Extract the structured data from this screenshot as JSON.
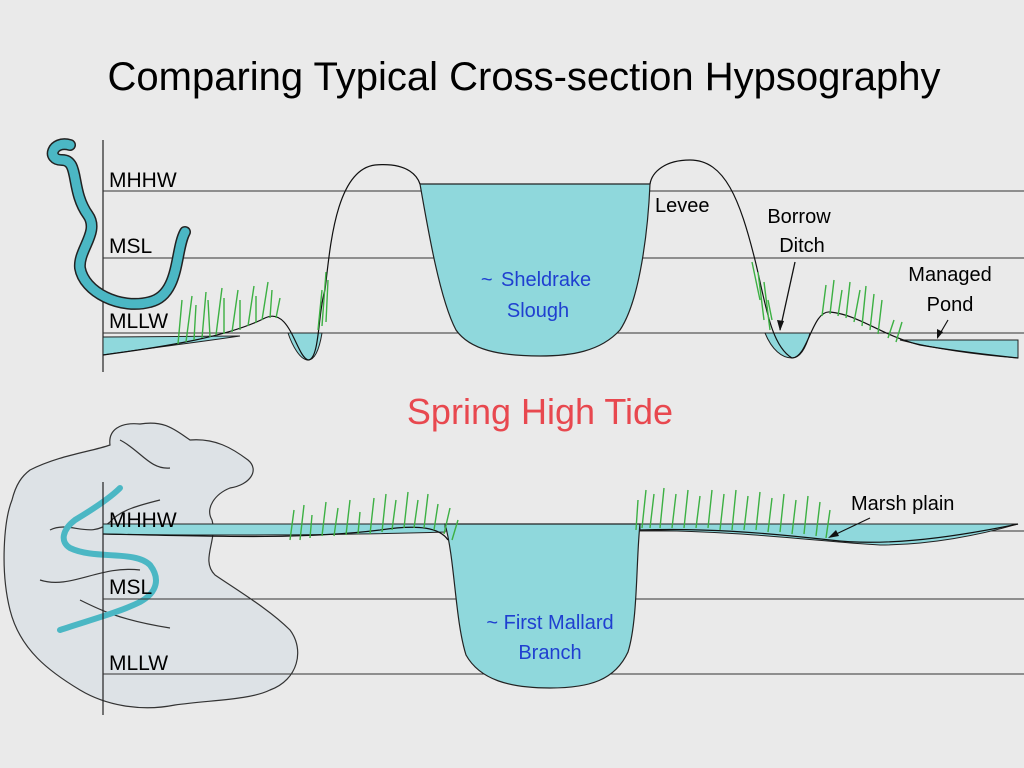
{
  "title": "Comparing Typical Cross-section Hypsography",
  "top_panel": {
    "levels": [
      "MHHW",
      "MSL",
      "MLLW"
    ],
    "channel_label_prefix": "~",
    "channel_label_line1": "Sheldrake",
    "channel_label_line2": "Slough",
    "levee_label": "Levee",
    "borrow_ditch_line1": "Borrow",
    "borrow_ditch_line2": "Ditch",
    "managed_pond_line1": "Managed",
    "managed_pond_line2": "Pond"
  },
  "middle_caption": "Spring High Tide",
  "bottom_panel": {
    "levels": [
      "MHHW",
      "MSL",
      "MLLW"
    ],
    "channel_label_line1": "~ First Mallard",
    "channel_label_line2": "Branch",
    "marsh_plain_label": "Marsh plain"
  },
  "colors": {
    "water": "#8fd8dc",
    "grass": "#3cb043",
    "title_red": "#e8484f",
    "label_blue": "#1f3fd0",
    "map_fill": "#dde2e6",
    "channel": "#4bb7c4"
  }
}
